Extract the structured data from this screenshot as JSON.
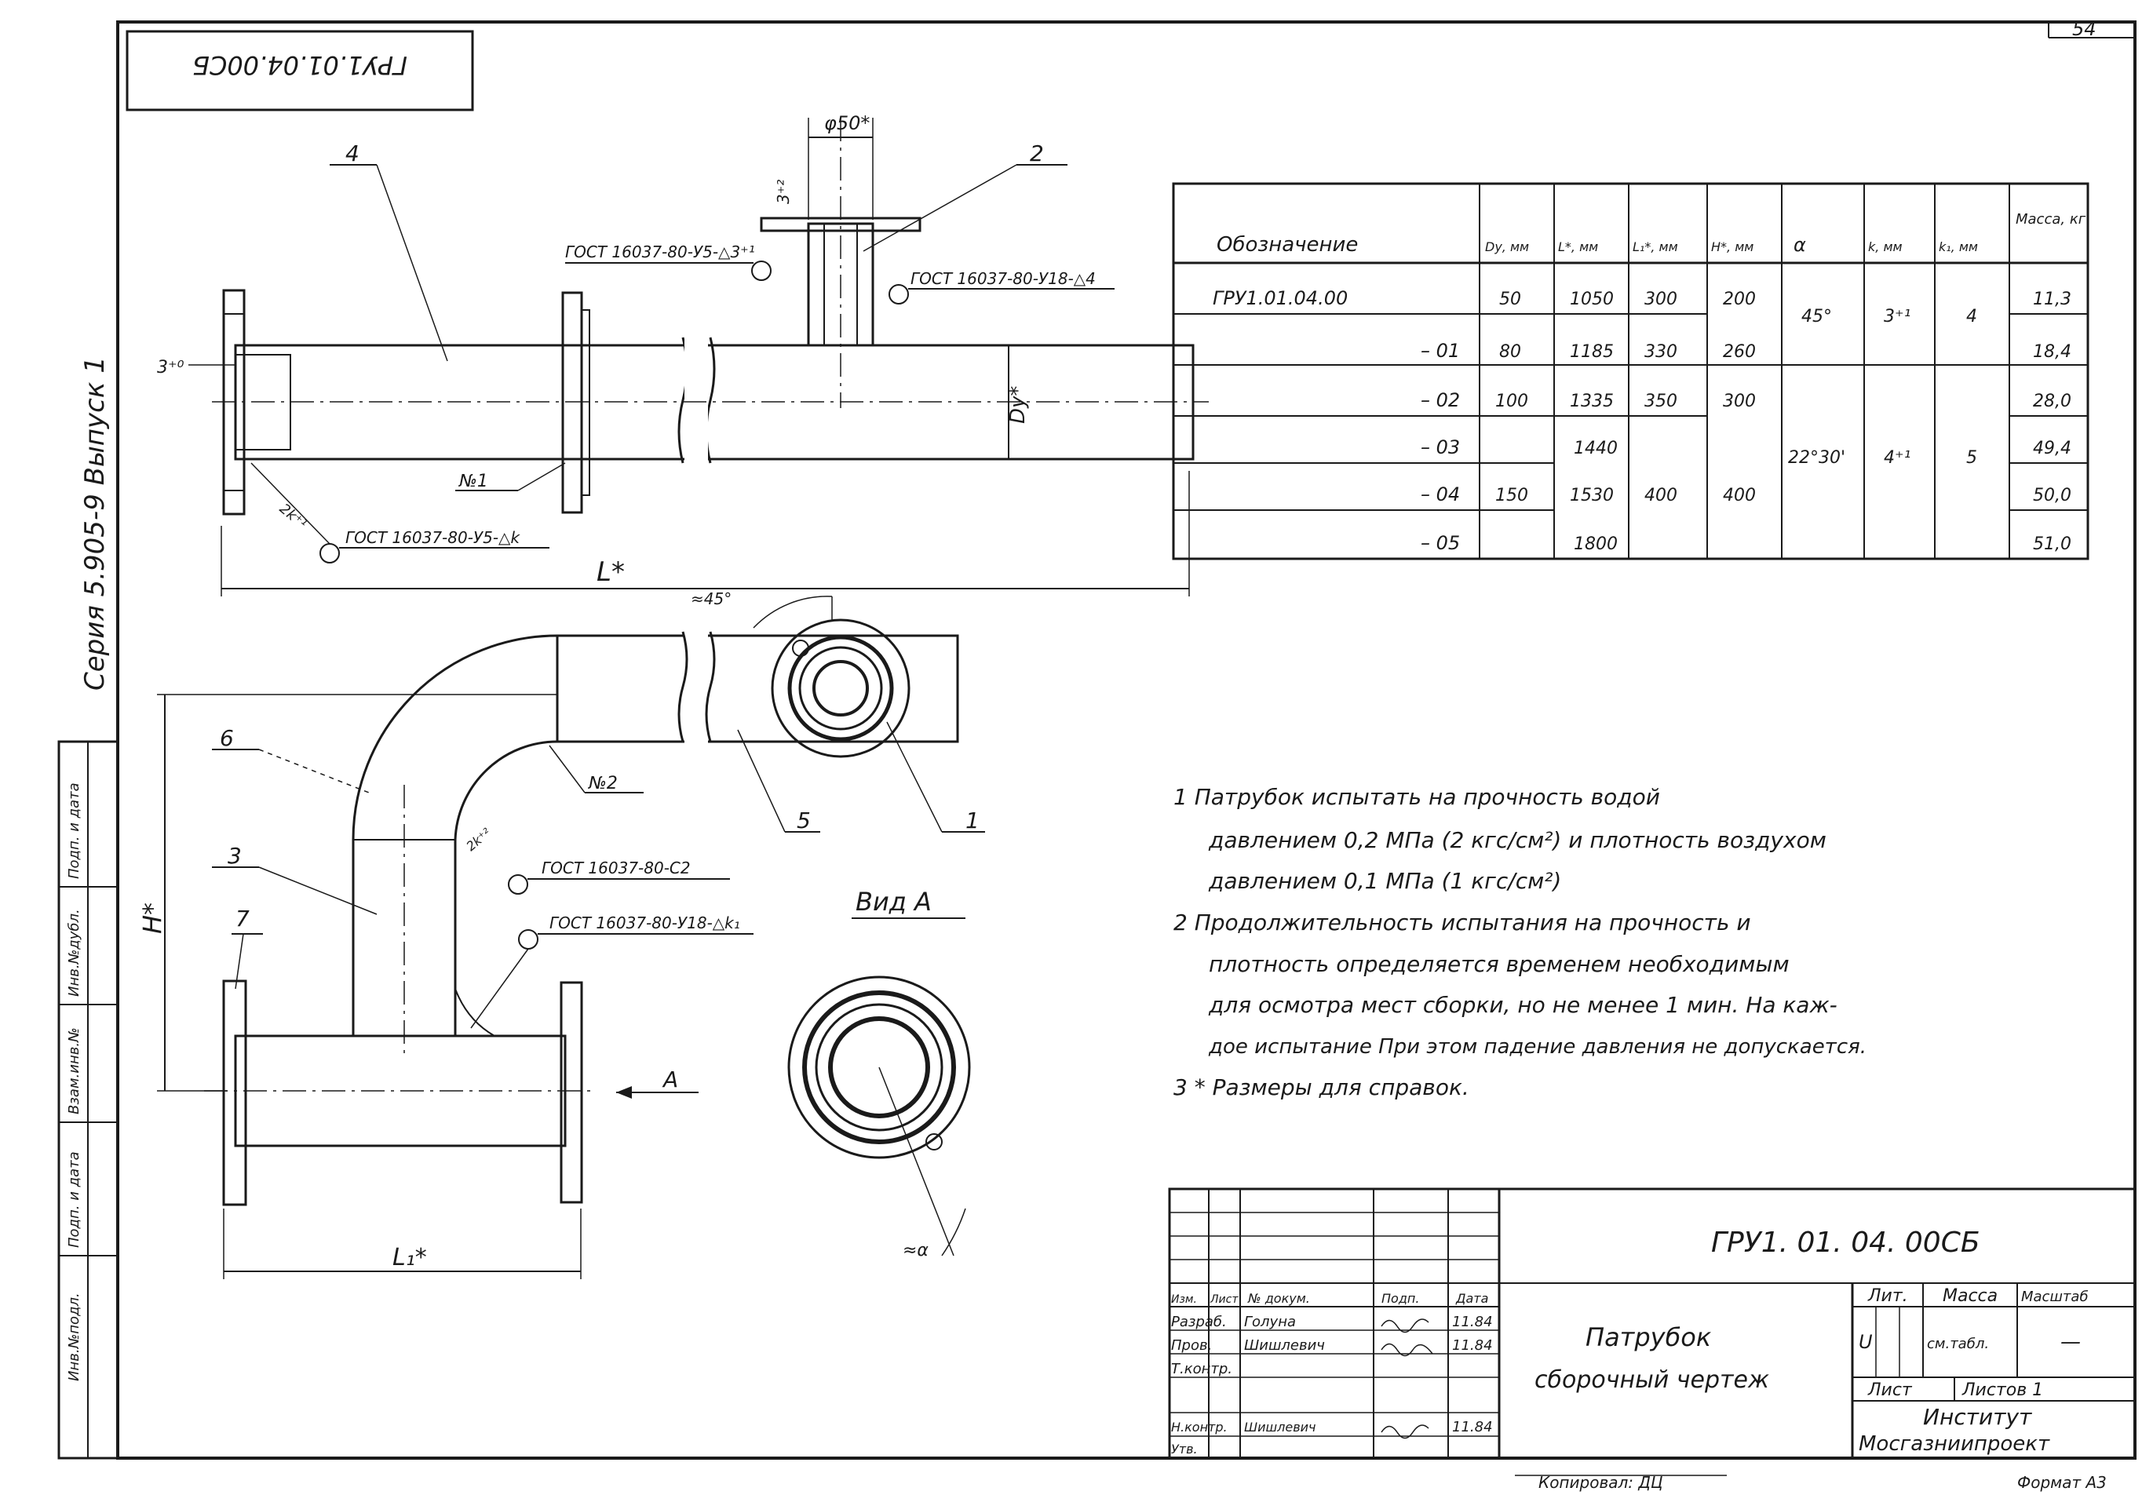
{
  "sheet_number": "54",
  "stamp_top": "ГРУ1.01.04.00СБ",
  "side_series": "Серия 5.905-9  Выпуск 1",
  "side_column_labels": [
    "Инв.№подл.",
    "Подп. и дата",
    "Взам.инв.№",
    "Инв.№дубл.",
    "Подп. и дата"
  ],
  "item_numbers": [
    "1",
    "2",
    "3",
    "4",
    "5",
    "6",
    "7"
  ],
  "weld_notes": {
    "w1": "ГОСТ 16037-80-У5-△3⁺¹",
    "w2": "ГОСТ 16037-80-У18-△4",
    "w3": "ГОСТ 16037-80-У5-△k",
    "w4": "ГОСТ 16037-80-С2",
    "w5": "ГОСТ 16037-80-У18-△k₁"
  },
  "dims": {
    "phi50": "φ50*",
    "three_top": "3⁺²",
    "three_left": "3⁺⁰",
    "dy": "Dу*",
    "L": "L*",
    "L1": "L₁*",
    "H": "H*",
    "angle45": "≈45°",
    "alpha": "≈α",
    "n1": "№1",
    "n2": "№2",
    "k_weld": "2k⁺¹",
    "k_weld2": "2k⁺²",
    "A": "A"
  },
  "view_label": "Вид А",
  "spec_table": {
    "headers": [
      "Обозначение",
      "Dу, мм",
      "L*, мм",
      "L₁*, мм",
      "H*, мм",
      "α",
      "k, мм",
      "k₁, мм",
      "Масса, кг"
    ],
    "rows": [
      {
        "designation": "ГРУ1.01.04.00",
        "dy": "50",
        "l": "1050",
        "l1": "300",
        "h": "200",
        "mass": "11,3"
      },
      {
        "designation": "– 01",
        "dy": "80",
        "l": "1185",
        "l1": "330",
        "h": "260",
        "mass": "18,4"
      },
      {
        "designation": "– 02",
        "dy": "100",
        "l": "1335",
        "l1": "350",
        "h": "300",
        "mass": "28,0"
      },
      {
        "designation": "– 03",
        "dy": "",
        "l": "1440",
        "l1": "",
        "h": "",
        "mass": "49,4"
      },
      {
        "designation": "– 04",
        "dy": "150",
        "l": "1530",
        "l1": "400",
        "h": "400",
        "mass": "50,0"
      },
      {
        "designation": "– 05",
        "dy": "",
        "l": "1800",
        "l1": "",
        "h": "",
        "mass": "51,0"
      }
    ],
    "alpha_a": "45°",
    "alpha_b": "22°30'",
    "k_a": "3⁺¹",
    "k_b": "4⁺¹",
    "k1_a": "4",
    "k1_b": "5"
  },
  "notes": [
    "1   Патрубок испытать на прочность водой",
    "давлением 0,2 МПа (2 кгс/см²) и плотность воздухом",
    "давлением 0,1 МПа (1 кгс/см²)",
    "2   Продолжительность испытания на прочность и",
    "плотность определяется временем необходимым",
    "для осмотра мест сборки, но не менее 1 мин. На каж-",
    "дое испытание При этом падение давления не допускается.",
    "3   * Размеры для справок."
  ],
  "title_block": {
    "doc_code": "ГРУ1. 01. 04. 00СБ",
    "name_line1": "Патрубок",
    "name_line2": "сборочный чертеж",
    "lit_header": "Лит.",
    "mass_header": "Масса",
    "scale_header": "Масштаб",
    "lit_value": "U",
    "mass_value": "см.табл.",
    "scale_value": "—",
    "sheet_label": "Лист",
    "sheets_label": "Листов   1",
    "org_line1": "Институт",
    "org_line2": "Мосгазниипроект",
    "col_headers": [
      "Изм.",
      "Лист",
      "№ докум.",
      "Подп.",
      "Дата"
    ],
    "roles": [
      {
        "role": "Разраб.",
        "name": "Голуна",
        "date": "11.84"
      },
      {
        "role": "Пров.",
        "name": "Шишлевич",
        "date": "11.84"
      },
      {
        "role": "Т.контр.",
        "name": "",
        "date": ""
      },
      {
        "role": "Н.контр.",
        "name": "Шишлевич",
        "date": "11.84"
      },
      {
        "role": "Утв.",
        "name": "",
        "date": ""
      }
    ]
  },
  "copied_by": "Копировал: ДЦ",
  "format": "Формат А3"
}
